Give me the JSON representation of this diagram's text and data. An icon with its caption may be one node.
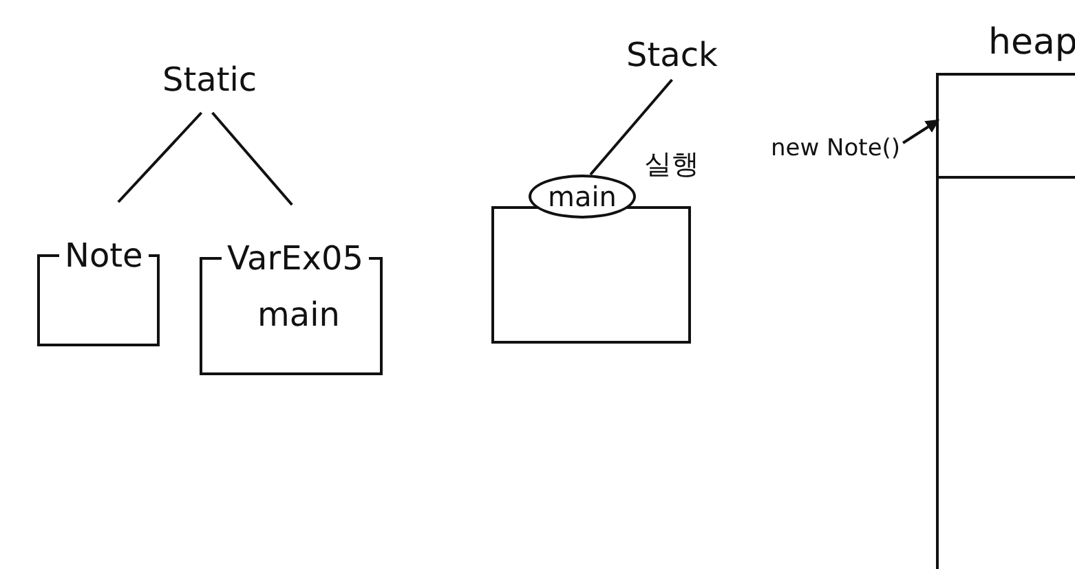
{
  "diagram": {
    "nodes": [
      {
        "text": [
          "Static"
        ]
      },
      {
        "text": [
          "Note"
        ]
      },
      {
        "text": [
          "VarEx05",
          "main"
        ]
      },
      {
        "text": [
          "Stack"
        ]
      },
      {
        "text": [],
        "shape": "box"
      },
      {
        "text": [
          "main"
        ],
        "beside": [
          "실행"
        ]
      },
      {
        "text": [
          "heap"
        ]
      },
      {
        "text": [],
        "shape": "box",
        "in": 6
      },
      {
        "text": [
          "new Note()"
        ]
      }
    ],
    "edges": [
      {
        "from": 0,
        "to": 1,
        "arrow": "none"
      },
      {
        "from": 0,
        "to": 2,
        "arrow": "none"
      },
      {
        "from": 3,
        "to": 5,
        "arrow": "none"
      },
      {
        "from": 8,
        "to": 7,
        "arrow": "to"
      }
    ]
  }
}
